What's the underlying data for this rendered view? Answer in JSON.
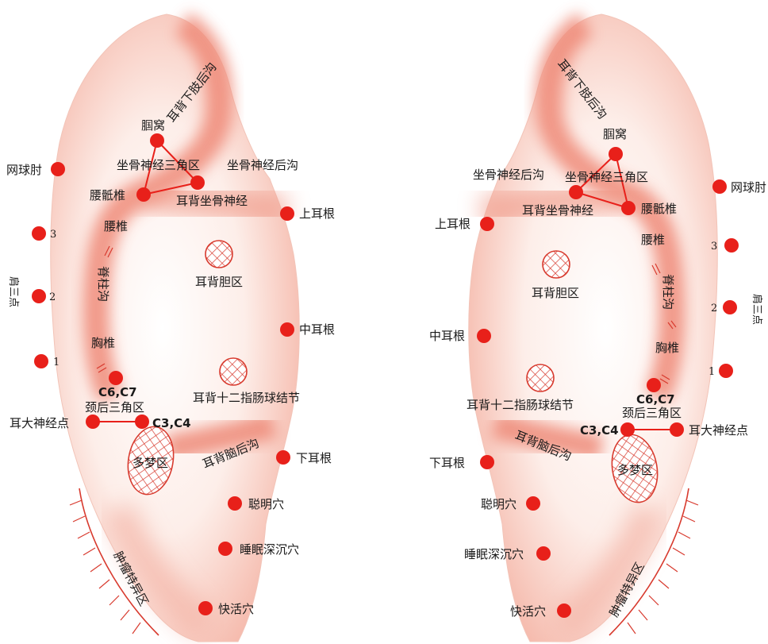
{
  "colors": {
    "ear_base": "#fbe3dc",
    "ear_band": "#f29b8a",
    "ear_light": "#ffffff",
    "point": "#e8201a",
    "hatch": "#d83a2e"
  },
  "left": {
    "groove_lower_limb": "耳背下肢后沟",
    "popliteal": "腘窝",
    "sciatic_triangle": "坐骨神经三角区",
    "sciatic_groove": "坐骨神经后沟",
    "lumbosacral": "腰骶椎",
    "back_sciatic": "耳背坐骨神经",
    "upper_root": "上耳根",
    "lumbar": "腰椎",
    "spine_groove": "脊柱沟",
    "gallbladder": "耳背胆区",
    "middle_root": "中耳根",
    "thoracic": "胸椎",
    "duodenal": "耳背十二指肠球结节",
    "c6c7": "C6,C7",
    "neck_triangle": "颈后三角区",
    "c3c4": "C3,C4",
    "great_nerve": "耳大神经点",
    "brain_groove": "耳背脑后沟",
    "dream": "多梦区",
    "lower_root": "下耳根",
    "smart": "聪明穴",
    "deep_sleep": "睡眠深沉穴",
    "happy": "快活穴",
    "tumor": "肿瘤特异区",
    "tennis": "网球肘",
    "p3": "3",
    "p2": "2",
    "p1": "1",
    "shoulder": "肩三点"
  },
  "right": {
    "groove_lower_limb": "耳背下肢后沟",
    "popliteal": "腘窝",
    "sciatic_groove": "坐骨神经后沟",
    "sciatic_triangle": "坐骨神经三角区",
    "back_sciatic": "耳背坐骨神经",
    "lumbosacral": "腰骶椎",
    "upper_root": "上耳根",
    "lumbar": "腰椎",
    "gallbladder": "耳背胆区",
    "spine_groove": "脊柱沟",
    "middle_root": "中耳根",
    "thoracic": "胸椎",
    "duodenal": "耳背十二指肠球结节",
    "c6c7": "C6,C7",
    "neck_triangle": "颈后三角区",
    "c3c4": "C3,C4",
    "great_nerve": "耳大神经点",
    "lower_root": "下耳根",
    "brain_groove": "耳背脑后沟",
    "dream": "多梦区",
    "smart": "聪明穴",
    "deep_sleep": "睡眠深沉穴",
    "happy": "快活穴",
    "tumor": "肿瘤特异区",
    "tennis": "网球肘",
    "p3": "3",
    "p2": "2",
    "p1": "1",
    "shoulder": "肩三点"
  }
}
